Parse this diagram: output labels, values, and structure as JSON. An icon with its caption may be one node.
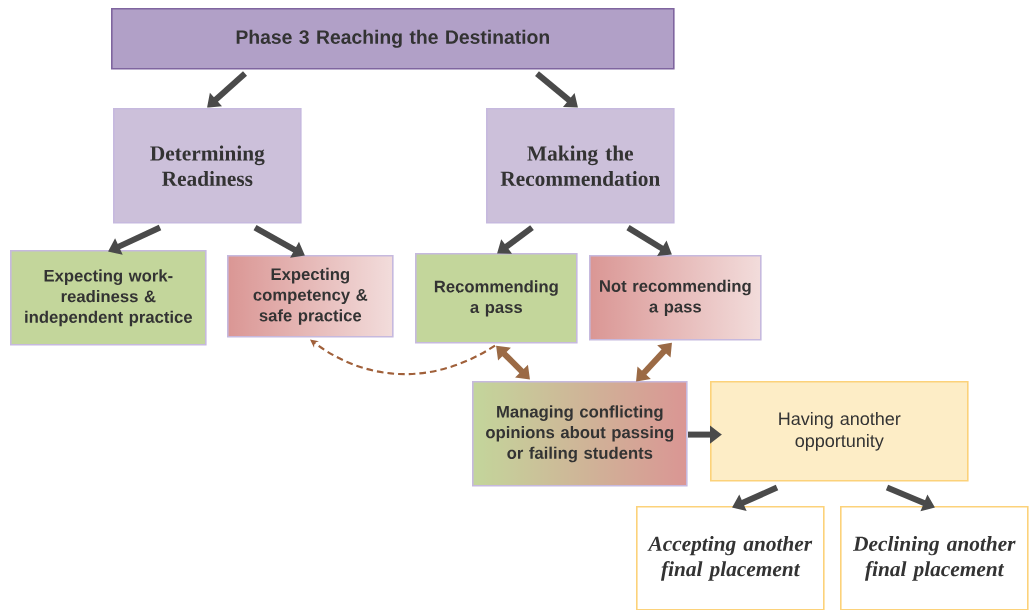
{
  "diagram": {
    "nodes": [
      {
        "text": [
          "Phase 3 Reaching the Destination"
        ]
      },
      {
        "text": [
          "Determining Readiness"
        ]
      },
      {
        "text": [
          "Making the Recommendation"
        ]
      },
      {
        "text": [
          "Expecting work-readiness & independent practice"
        ]
      },
      {
        "text": [
          "Expecting competency & safe practice"
        ]
      },
      {
        "text": [
          "Recommending a pass"
        ]
      },
      {
        "text": [
          "Not recommending a pass"
        ]
      },
      {
        "text": [
          "Managing conflicting opinions about passing or failing students"
        ]
      },
      {
        "text": [
          "Having another opportunity"
        ]
      },
      {
        "text": [
          "Accepting another final placement"
        ]
      },
      {
        "text": [
          "Declining another final placement"
        ]
      }
    ],
    "edges": [
      {
        "from": 0,
        "to": 1,
        "arrow": "to"
      },
      {
        "from": 0,
        "to": 2,
        "arrow": "to"
      },
      {
        "from": 1,
        "to": 3,
        "arrow": "to"
      },
      {
        "from": 1,
        "to": 4,
        "arrow": "to"
      },
      {
        "from": 2,
        "to": 5,
        "arrow": "to"
      },
      {
        "from": 2,
        "to": 6,
        "arrow": "to"
      },
      {
        "from": 5,
        "to": 7,
        "arrow": "both",
        "color": "#9b6a45"
      },
      {
        "from": 6,
        "to": 7,
        "arrow": "both",
        "color": "#9b6a45"
      },
      {
        "from": 5,
        "to": 4,
        "arrow": "to",
        "style": "dashed",
        "color": "#a0603a"
      },
      {
        "from": 7,
        "to": 8,
        "arrow": "to"
      },
      {
        "from": 8,
        "to": 9,
        "arrow": "to"
      },
      {
        "from": 8,
        "to": 10,
        "arrow": "to"
      }
    ]
  }
}
